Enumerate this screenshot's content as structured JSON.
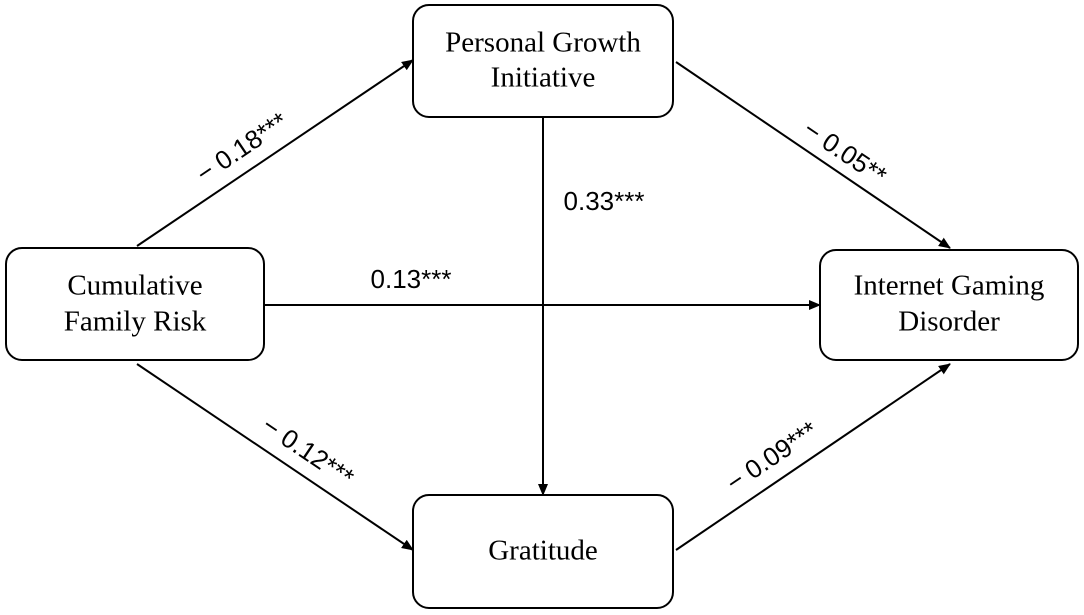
{
  "nodes": {
    "pgi": {
      "lines": [
        "Personal Growth",
        "Initiative"
      ]
    },
    "cfr": {
      "lines": [
        "Cumulative",
        "Family Risk"
      ]
    },
    "igd": {
      "lines": [
        "Internet Gaming",
        "Disorder"
      ]
    },
    "gratitude": {
      "lines": [
        "Gratitude"
      ]
    }
  },
  "paths": {
    "cfr_to_pgi": {
      "from": "Cumulative Family Risk",
      "to": "Personal Growth Initiative",
      "label": "− 0.18***",
      "coefficient": -0.18
    },
    "pgi_to_igd": {
      "from": "Personal Growth Initiative",
      "to": "Internet Gaming Disorder",
      "label": "− 0.05**",
      "coefficient": -0.05
    },
    "pgi_to_gratitude": {
      "from": "Personal Growth Initiative",
      "to": "Gratitude",
      "label": "0.33***",
      "coefficient": 0.33
    },
    "cfr_to_igd": {
      "from": "Cumulative Family Risk",
      "to": "Internet Gaming Disorder",
      "label": "0.13***",
      "coefficient": 0.13
    },
    "cfr_to_gratitude": {
      "from": "Cumulative Family Risk",
      "to": "Gratitude",
      "label": "− 0.12***",
      "coefficient": -0.12
    },
    "gratitude_to_igd": {
      "from": "Gratitude",
      "to": "Internet Gaming Disorder",
      "label": "− 0.09***",
      "coefficient": -0.09
    }
  }
}
